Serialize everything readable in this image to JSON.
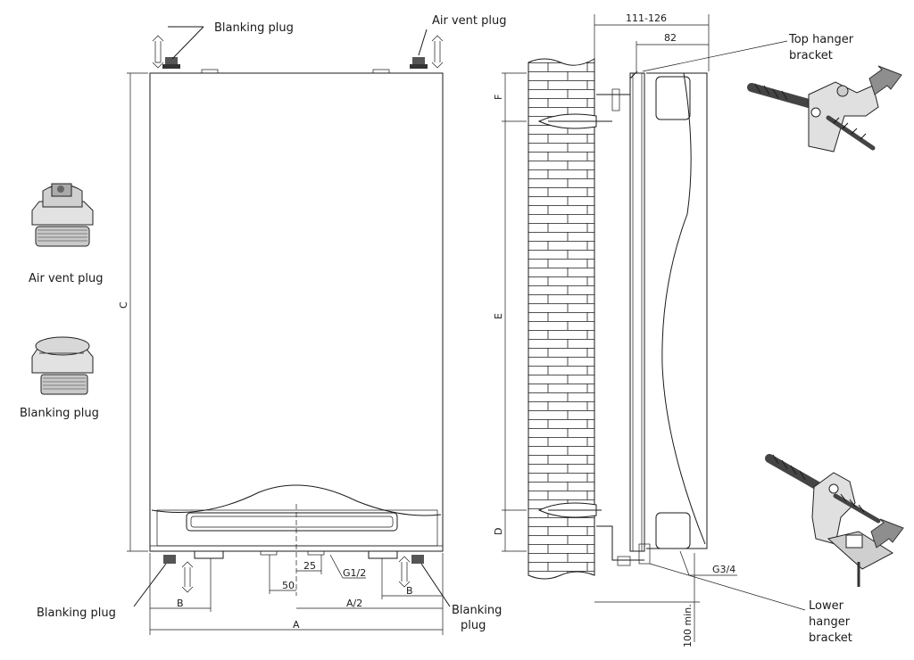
{
  "labels": {
    "blanking_plug_top": "Blanking plug",
    "air_vent_plug_top": "Air vent plug",
    "air_vent_plug_side": "Air vent plug",
    "blanking_plug_side": "Blanking plug",
    "blanking_plug_bottom_left": "Blanking plug",
    "blanking_plug_bottom_right_1": "Blanking",
    "blanking_plug_bottom_right_2": "plug",
    "top_hanger_1": "Top hanger",
    "top_hanger_2": "bracket",
    "lower_hanger_1": "Lower",
    "lower_hanger_2": "hanger",
    "lower_hanger_3": "bracket"
  },
  "dimensions": {
    "A": "A",
    "B_left": "B",
    "B_right": "B",
    "A_half": "A/2",
    "C": "C",
    "D": "D",
    "E": "E",
    "F": "F",
    "d50": "50",
    "d25": "25",
    "g12": "G1/2",
    "g34": "G3/4",
    "d111": "111-126",
    "d82": "82",
    "d100": "100 min."
  }
}
